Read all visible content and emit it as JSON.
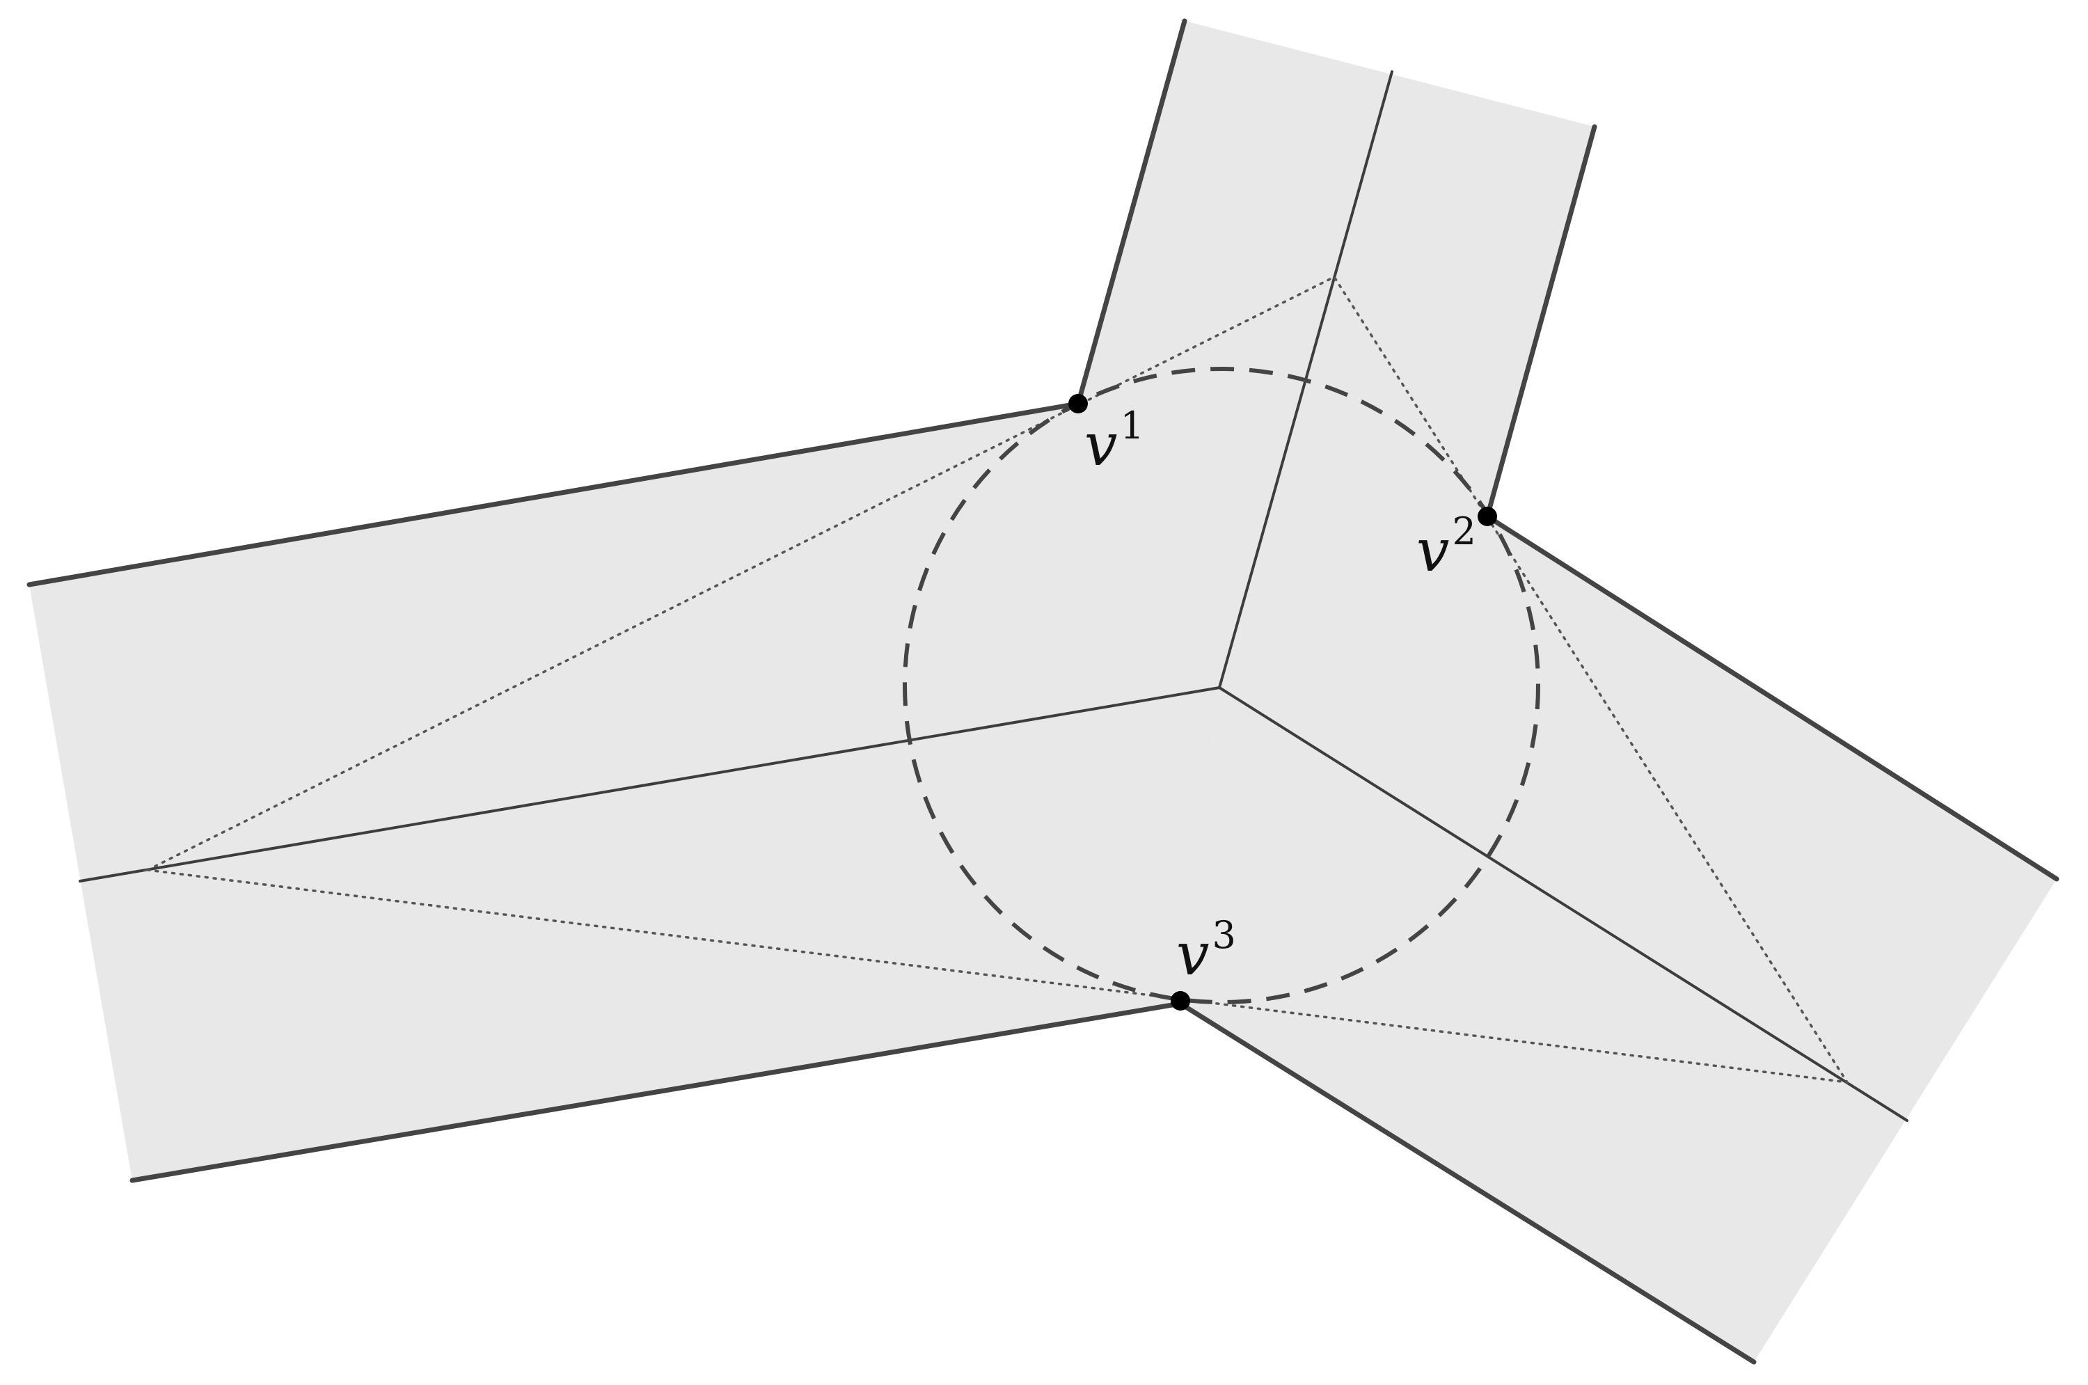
{
  "labels": {
    "v1": {
      "base": "v",
      "sup": "1"
    },
    "v2": {
      "base": "v",
      "sup": "2"
    },
    "v3": {
      "base": "v",
      "sup": "3"
    }
  },
  "colors": {
    "region_fill": "#e8e8e8",
    "boundary": "#444444",
    "vertex": "#000000"
  }
}
